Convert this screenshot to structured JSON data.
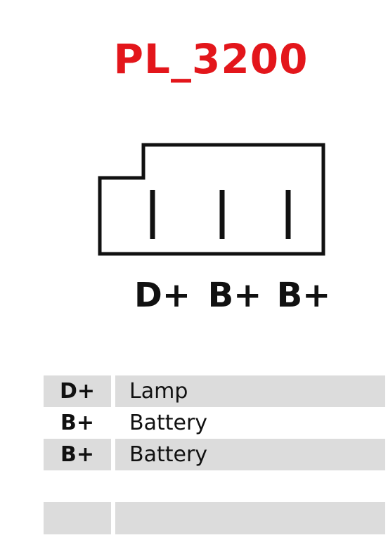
{
  "title": "PL_3200",
  "colors": {
    "title": "#e3161b",
    "row_shade": "#dcdcdc",
    "ink": "#111111"
  },
  "connector": {
    "pins": [
      "D+",
      "B+",
      "B+"
    ]
  },
  "table": {
    "rows": [
      {
        "pin": "D+",
        "description": "Lamp"
      },
      {
        "pin": "B+",
        "description": "Battery"
      },
      {
        "pin": "B+",
        "description": "Battery"
      }
    ]
  }
}
